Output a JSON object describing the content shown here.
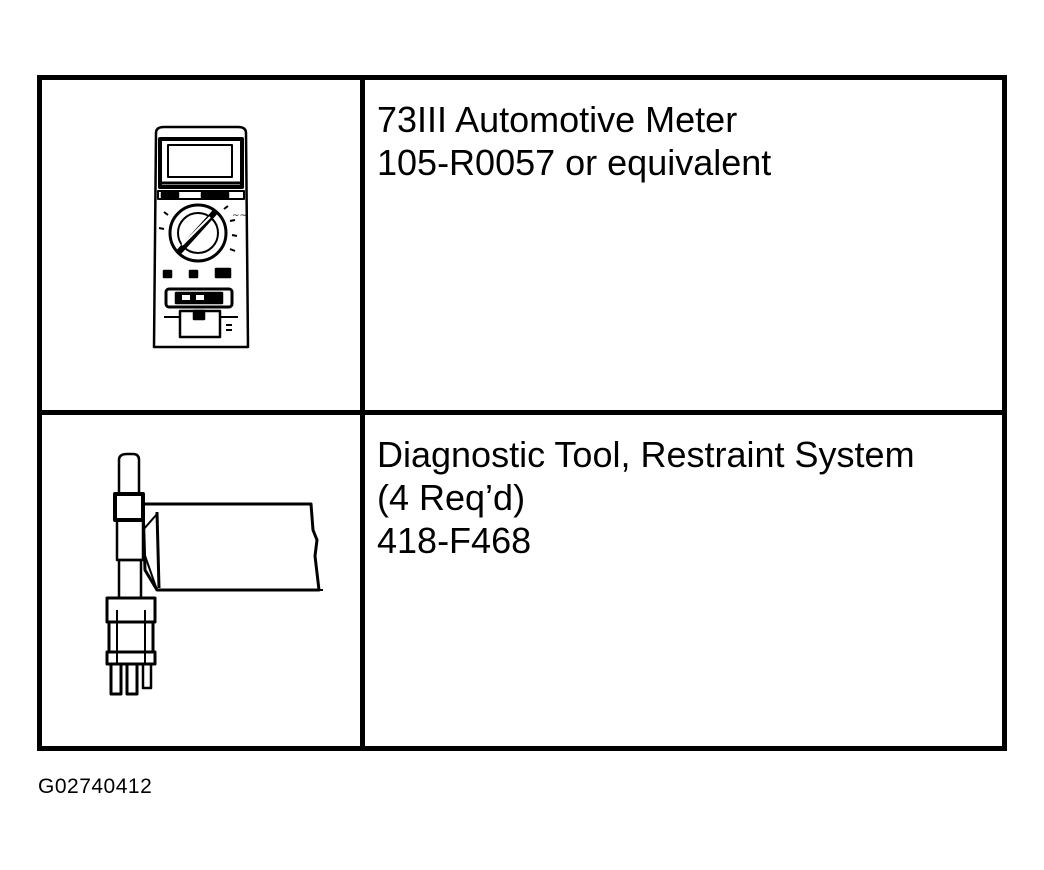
{
  "rows": [
    {
      "illustration": "multimeter-illustration",
      "lines": [
        "73III Automotive Meter",
        "105-R0057 or equivalent"
      ]
    },
    {
      "illustration": "restraint-diagnostic-tool-illustration",
      "lines": [
        "Diagnostic Tool, Restraint System",
        "(4 Req’d)",
        "418-F468"
      ]
    }
  ],
  "figure_id": "G02740412"
}
